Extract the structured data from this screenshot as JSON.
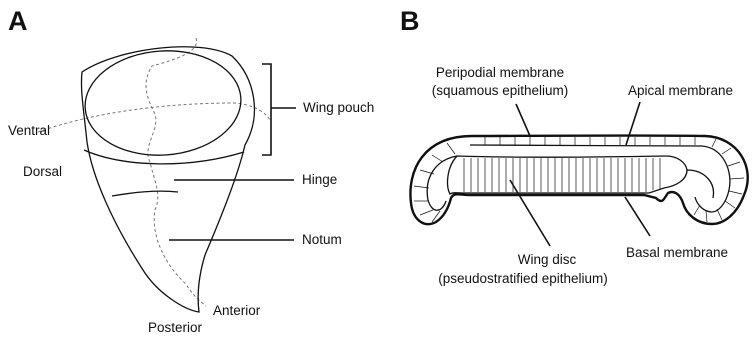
{
  "panel_a": {
    "letter": "A",
    "labels": {
      "wing_pouch": "Wing pouch",
      "hinge": "Hinge",
      "notum": "Notum",
      "ventral": "Ventral",
      "dorsal": "Dorsal",
      "anterior": "Anterior",
      "posterior": "Posterior"
    }
  },
  "panel_b": {
    "letter": "B",
    "labels": {
      "peripodial_line1": "Peripodial membrane",
      "peripodial_line2": "(squamous epithelium)",
      "apical": "Apical membrane",
      "wing_disc_line1": "Wing disc",
      "wing_disc_line2": "(pseudostratified epithelium)",
      "basal": "Basal membrane"
    }
  },
  "colors": {
    "ink": "#111111",
    "dashed": "#777777",
    "background": "#ffffff"
  }
}
